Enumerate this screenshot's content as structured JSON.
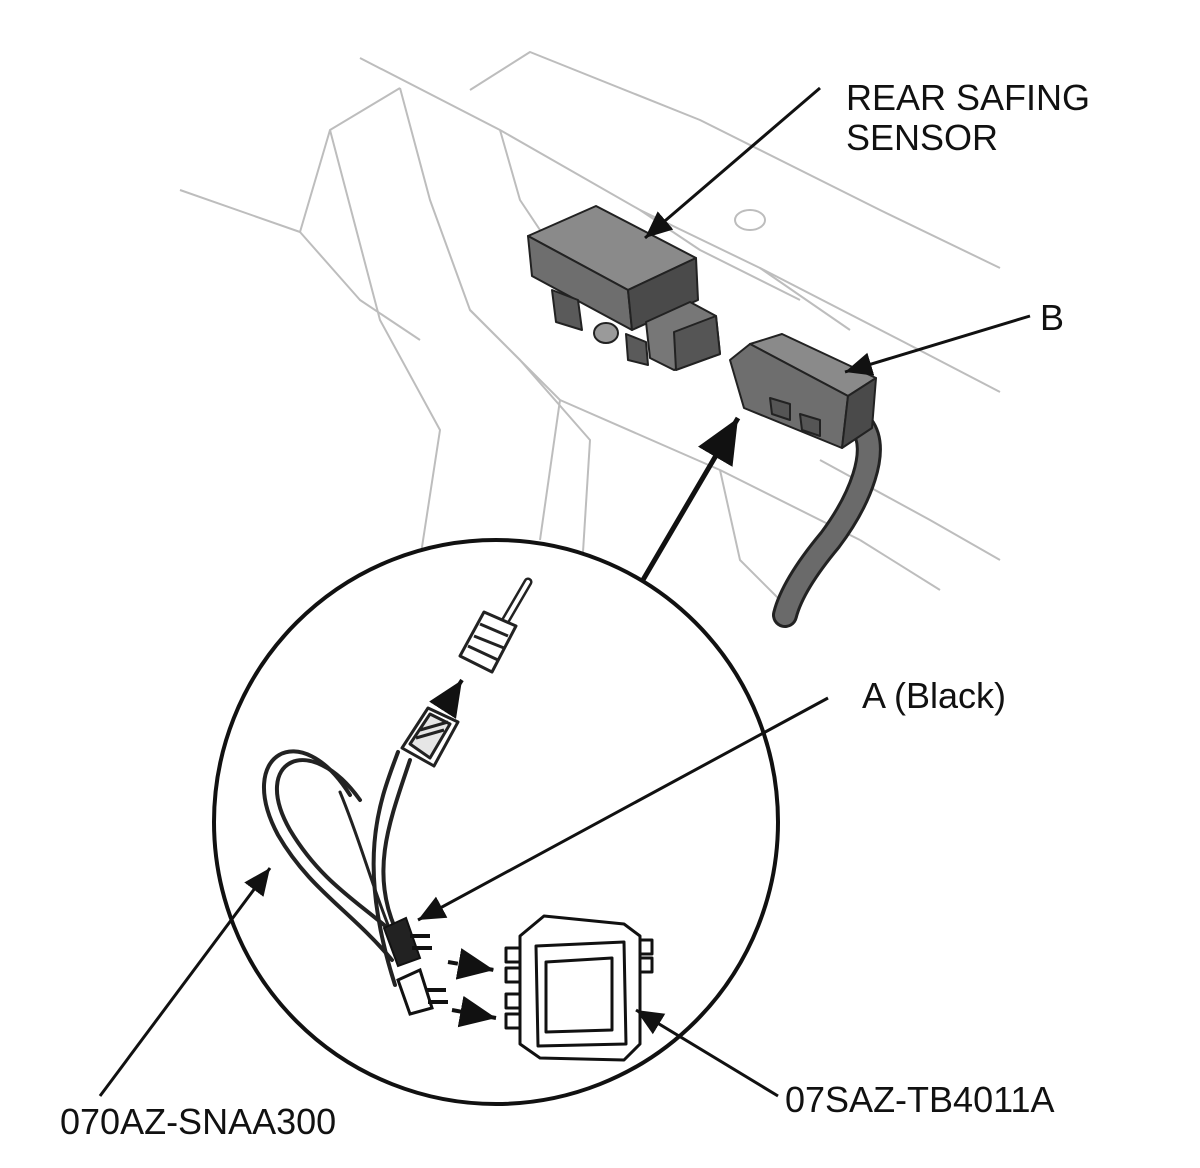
{
  "labels": {
    "rear_safing_line1": "REAR SAFING",
    "rear_safing_line2": "SENSOR",
    "connector_b": "B",
    "connector_a": "A (Black)",
    "harness_part": "070AZ-SNAA300",
    "resistor_part": "07SAZ-TB4011A"
  },
  "colors": {
    "outline": "#111111",
    "body_line": "#bdbdbd",
    "sensor_fill": "#6e6e6e",
    "sensor_dark": "#4a4a4a",
    "sensor_light": "#8a8a8a"
  }
}
